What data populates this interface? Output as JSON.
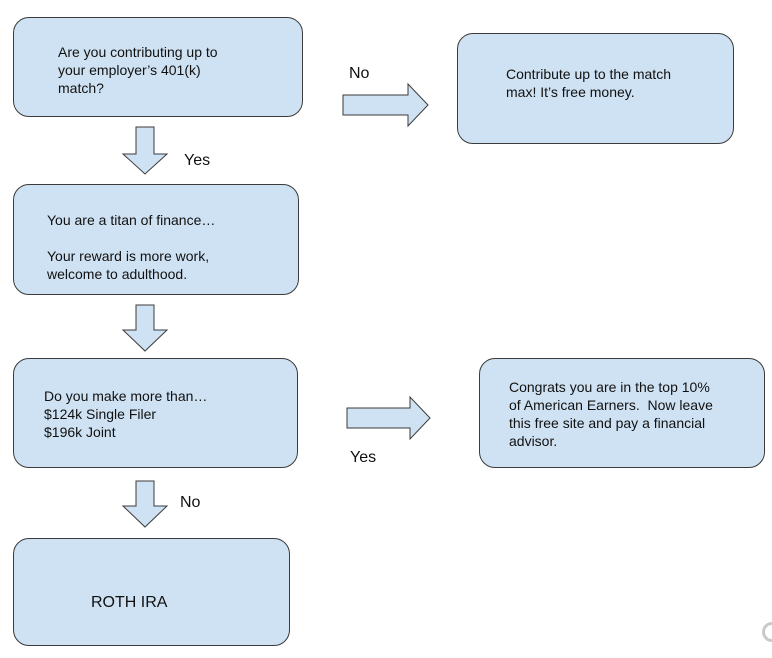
{
  "nodes": {
    "q401k": {
      "lines": [
        "Are you contributing up to",
        "your employer’s 401(k)",
        "match?"
      ]
    },
    "contribute_match": {
      "lines": [
        "Contribute up to the match",
        "max! It’s free money."
      ]
    },
    "titan": {
      "line1": "You are a titan of finance…",
      "line2": "Your reward is more work,",
      "line3": "welcome to adulthood."
    },
    "income_check": {
      "lines": [
        "Do you make more than…",
        "$124k Single Filer",
        "$196k Joint"
      ]
    },
    "top_earners": {
      "lines": [
        "Congrats you are in the top 10%",
        "of American Earners.  Now leave",
        "this free site and pay a financial",
        "advisor."
      ]
    },
    "roth": {
      "label": "ROTH IRA"
    }
  },
  "edges": {
    "q401k_no": "No",
    "q401k_yes": "Yes",
    "income_yes": "Yes",
    "income_no": "No"
  },
  "colors": {
    "node_fill": "#cfe2f3",
    "node_border": "#3b3b3b",
    "arrow_fill": "#cfe2f3",
    "arrow_stroke": "#3b3b3b"
  }
}
